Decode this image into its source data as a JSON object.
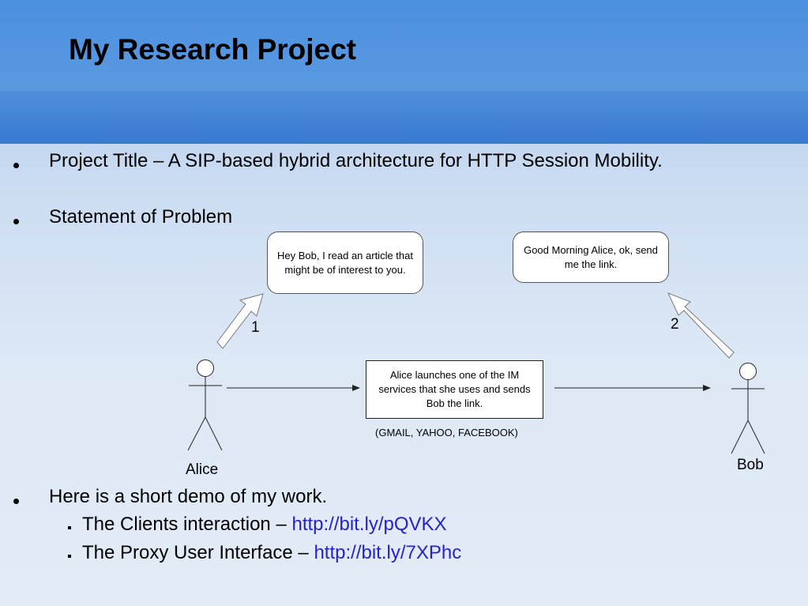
{
  "slide": {
    "title": "My Research Project",
    "bullets": {
      "project_title": " Project Title – A SIP-based hybrid architecture for  HTTP Session Mobility.",
      "statement": "Statement of Problem",
      "demo": "Here is a short demo of my work."
    },
    "sub_bullets": [
      {
        "text": "The Clients interaction – ",
        "link": "http://bit.ly/pQVKX"
      },
      {
        "text": "The Proxy User Interface – ",
        "link": "http://bit.ly/7XPhc"
      }
    ]
  },
  "diagram": {
    "bubble_alice": "Hey Bob, I read an article that might be of interest to you.",
    "bubble_bob": "Good Morning Alice, ok, send me the link.",
    "center_box": "Alice launches one of the IM services that she uses and sends Bob the link.",
    "services": "(GMAIL, YAHOO, FACEBOOK)",
    "step1": "1",
    "step2": "2",
    "actor_alice": "Alice",
    "actor_bob": "Bob"
  },
  "colors": {
    "header": "#4a8fe0",
    "link": "#2323c8"
  }
}
